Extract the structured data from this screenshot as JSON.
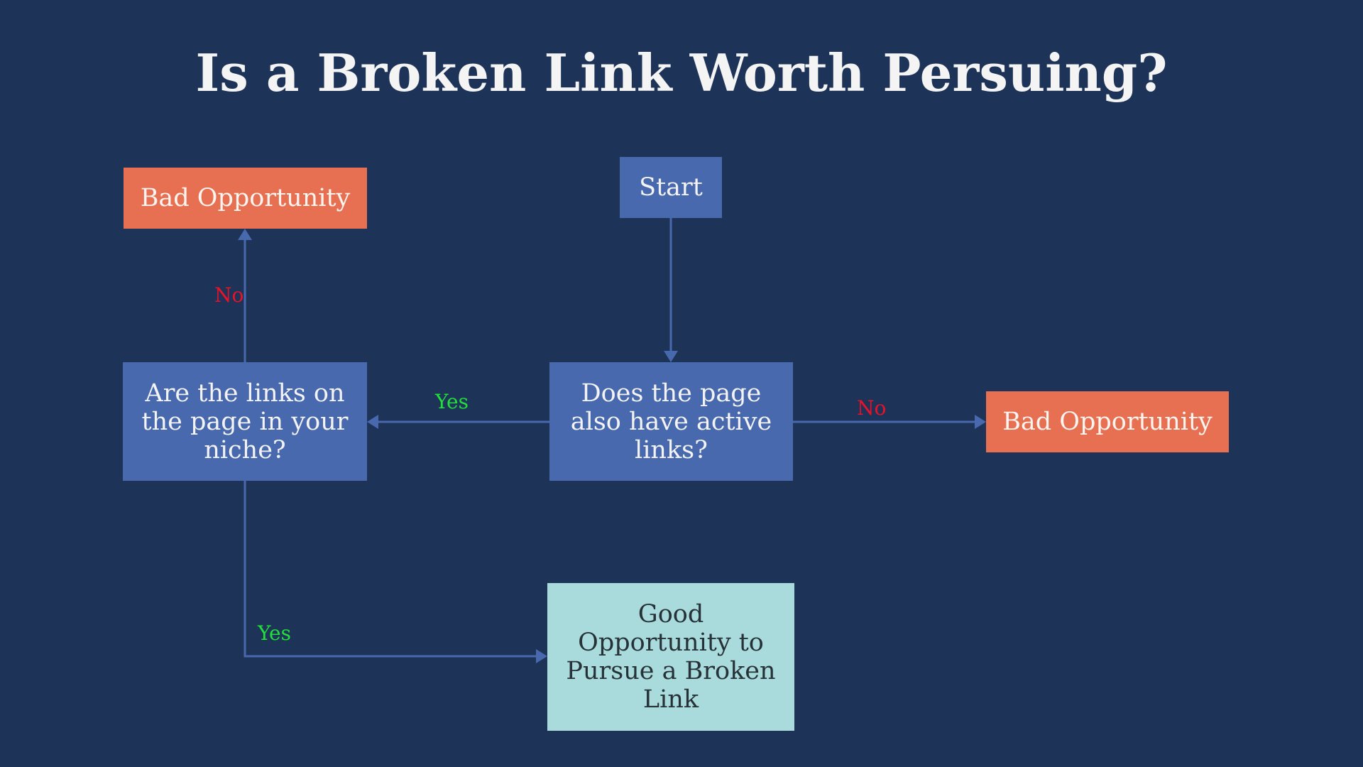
{
  "title": "Is a Broken Link Worth Persuing?",
  "colors": {
    "background": "#1d3358",
    "decision_box": "#4869ae",
    "bad_box": "#e87052",
    "good_box": "#a9dbdc",
    "connector": "#4869ae",
    "yes_label": "#22e03a",
    "no_label": "#e8122a"
  },
  "nodes": {
    "start": {
      "label": "Start"
    },
    "bad_left": {
      "label": "Bad Opportunity"
    },
    "niche": {
      "lines": [
        "Are the links on",
        "the page in your",
        "niche?"
      ]
    },
    "active": {
      "lines": [
        "Does the page",
        "also have active",
        "links?"
      ]
    },
    "bad_right": {
      "label": "Bad Opportunity"
    },
    "good": {
      "lines": [
        "Good",
        "Opportunity to",
        "Pursue a Broken",
        "Link"
      ]
    }
  },
  "edge_labels": {
    "niche_to_bad": "No",
    "active_to_niche": "Yes",
    "active_to_bad": "No",
    "niche_to_good": "Yes"
  }
}
